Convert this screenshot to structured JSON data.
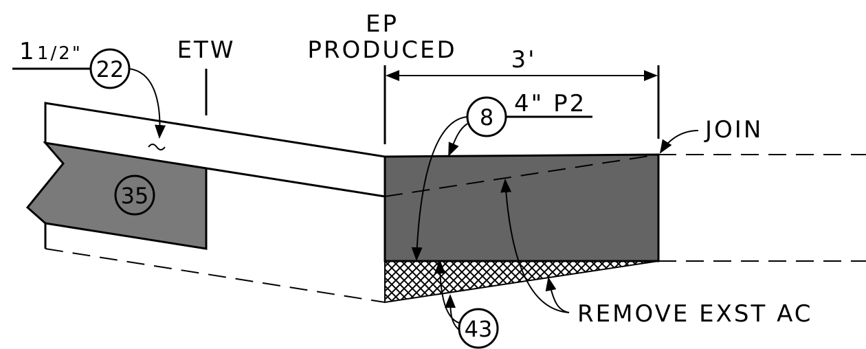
{
  "labels": {
    "thickness_prefix": "1",
    "thickness_fraction": "1/2\"",
    "etw": "ETW",
    "ep_line1": "EP",
    "ep_line2": "PRODUCED",
    "dimension": "3'",
    "depth": "4\"  P2",
    "join": "JOIN",
    "remove": "REMOVE EXST AC"
  },
  "callouts": {
    "c22": "22",
    "c35": "35",
    "c8": "8",
    "c43": "43"
  },
  "colors": {
    "dark_fill": "#646464",
    "mid_fill": "#7a7a7a",
    "hatch": "#000000",
    "line": "#000000"
  }
}
